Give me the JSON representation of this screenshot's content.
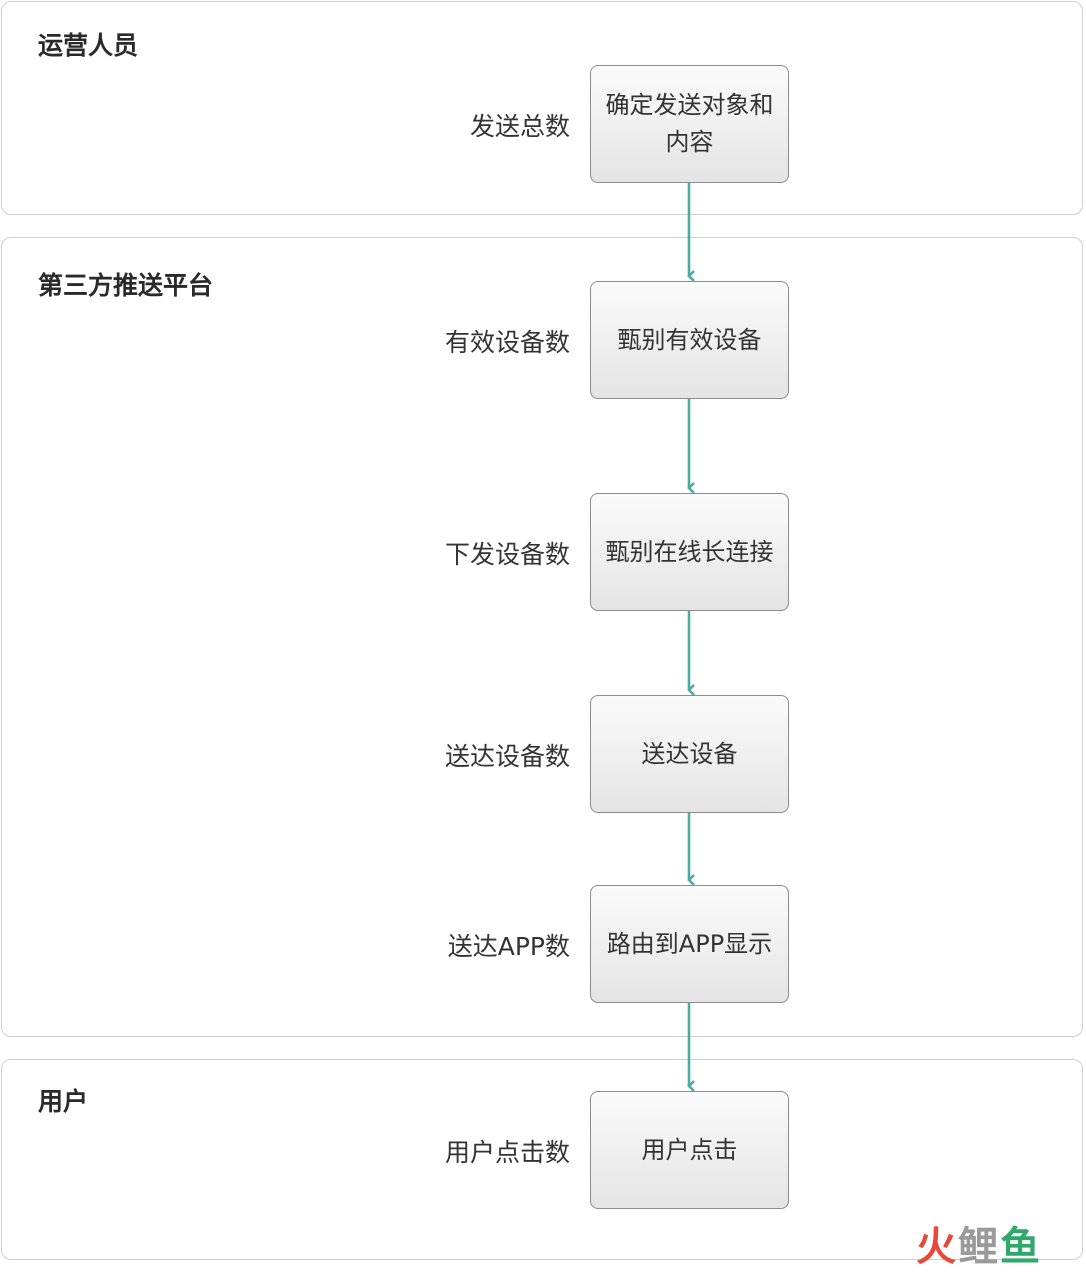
{
  "lanes": [
    {
      "title": "运营人员"
    },
    {
      "title": "第三方推送平台"
    },
    {
      "title": "用户"
    }
  ],
  "steps": [
    {
      "lines": [
        "确定发送对象和",
        "内容"
      ],
      "metric": "发送总数"
    },
    {
      "lines": [
        "甄别有效设备"
      ],
      "metric": "有效设备数"
    },
    {
      "lines": [
        "甄别在线长连接"
      ],
      "metric": "下发设备数"
    },
    {
      "lines": [
        "送达设备"
      ],
      "metric": "送达设备数"
    },
    {
      "lines": [
        "路由到APP显示"
      ],
      "metric": "送达APP数"
    },
    {
      "lines": [
        "用户点击"
      ],
      "metric": "用户点击数"
    }
  ],
  "colors": {
    "arrow": "#4fa9a2",
    "lane_border": "#cfcfcf",
    "box_border": "#8c8c8c"
  },
  "watermark": {
    "part1": "火",
    "part2": "鲤",
    "part3": "鱼"
  }
}
